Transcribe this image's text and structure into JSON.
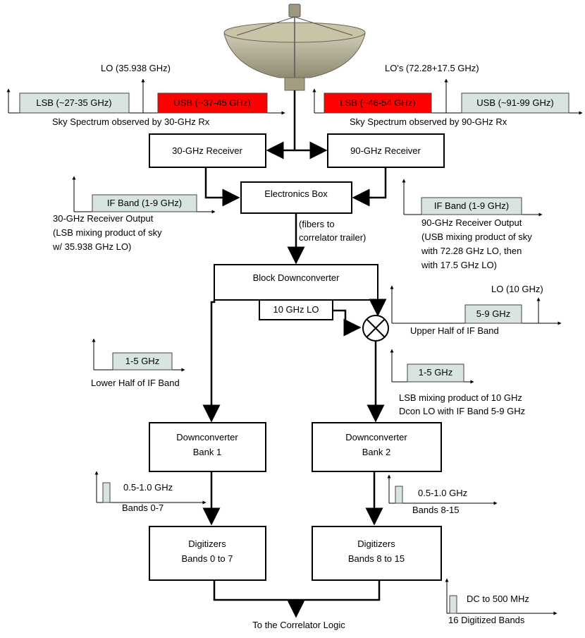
{
  "colors": {
    "band_fill": "#d9e3e1",
    "band_highlight": "#ff0000",
    "dish": "#b8b29c"
  },
  "spectrum_30": {
    "lo": "LO (35.938 GHz)",
    "lsb": "LSB (~27-35 GHz)",
    "usb": "USB (~37-45 GHz)",
    "caption": "Sky Spectrum observed by 30-GHz Rx"
  },
  "spectrum_90": {
    "lo": "LO's (72.28+17.5 GHz)",
    "lsb": "LSB (~46-54 GHz)",
    "usb": "USB (~91-99 GHz)",
    "caption": "Sky Spectrum observed by 90-GHz Rx"
  },
  "boxes": {
    "rx30": "30-GHz Receiver",
    "rx90": "90-GHz Receiver",
    "electronics": "Electronics Box",
    "block_dc": "Block Downconverter",
    "lo10": "10 GHz LO",
    "dcbank1": [
      "Downconverter",
      "Bank 1"
    ],
    "dcbank2": [
      "Downconverter",
      "Bank 2"
    ],
    "dig1": [
      "Digitizers",
      "Bands 0 to 7"
    ],
    "dig2": [
      "Digitizers",
      "Bands 8 to 15"
    ]
  },
  "fibers_note": [
    "(fibers to",
    "correlator trailer)"
  ],
  "if30": {
    "band": "IF Band (1-9 GHz)",
    "caption": [
      "30-GHz Receiver Output",
      "(LSB mixing product of sky",
      "w/ 35.938 GHz LO)"
    ]
  },
  "if90": {
    "band": "IF Band (1-9 GHz)",
    "caption": [
      "90-GHz Receiver Output",
      "(USB mixing product of sky",
      "with 72.28 GHz LO, then",
      "with 17.5 GHz LO)"
    ]
  },
  "upper_half": {
    "band": "5-9 GHz",
    "lo": "LO (10 GHz)",
    "caption": "Upper Half of IF Band"
  },
  "lower_half": {
    "band": "1-5 GHz",
    "caption": "Lower Half of IF Band"
  },
  "lsb_mix": {
    "band": "1-5 GHz",
    "caption": [
      "LSB mixing product of 10 GHz",
      "Dcon LO with IF Band 5-9 GHz"
    ]
  },
  "bands_07": {
    "freq": "0.5-1.0 GHz",
    "caption": "Bands 0-7"
  },
  "bands_815": {
    "freq": "0.5-1.0 GHz",
    "caption": "Bands 8-15"
  },
  "digitized": {
    "freq": "DC to 500 MHz",
    "caption": "16 Digitized Bands"
  },
  "output": "To the Correlator Logic"
}
